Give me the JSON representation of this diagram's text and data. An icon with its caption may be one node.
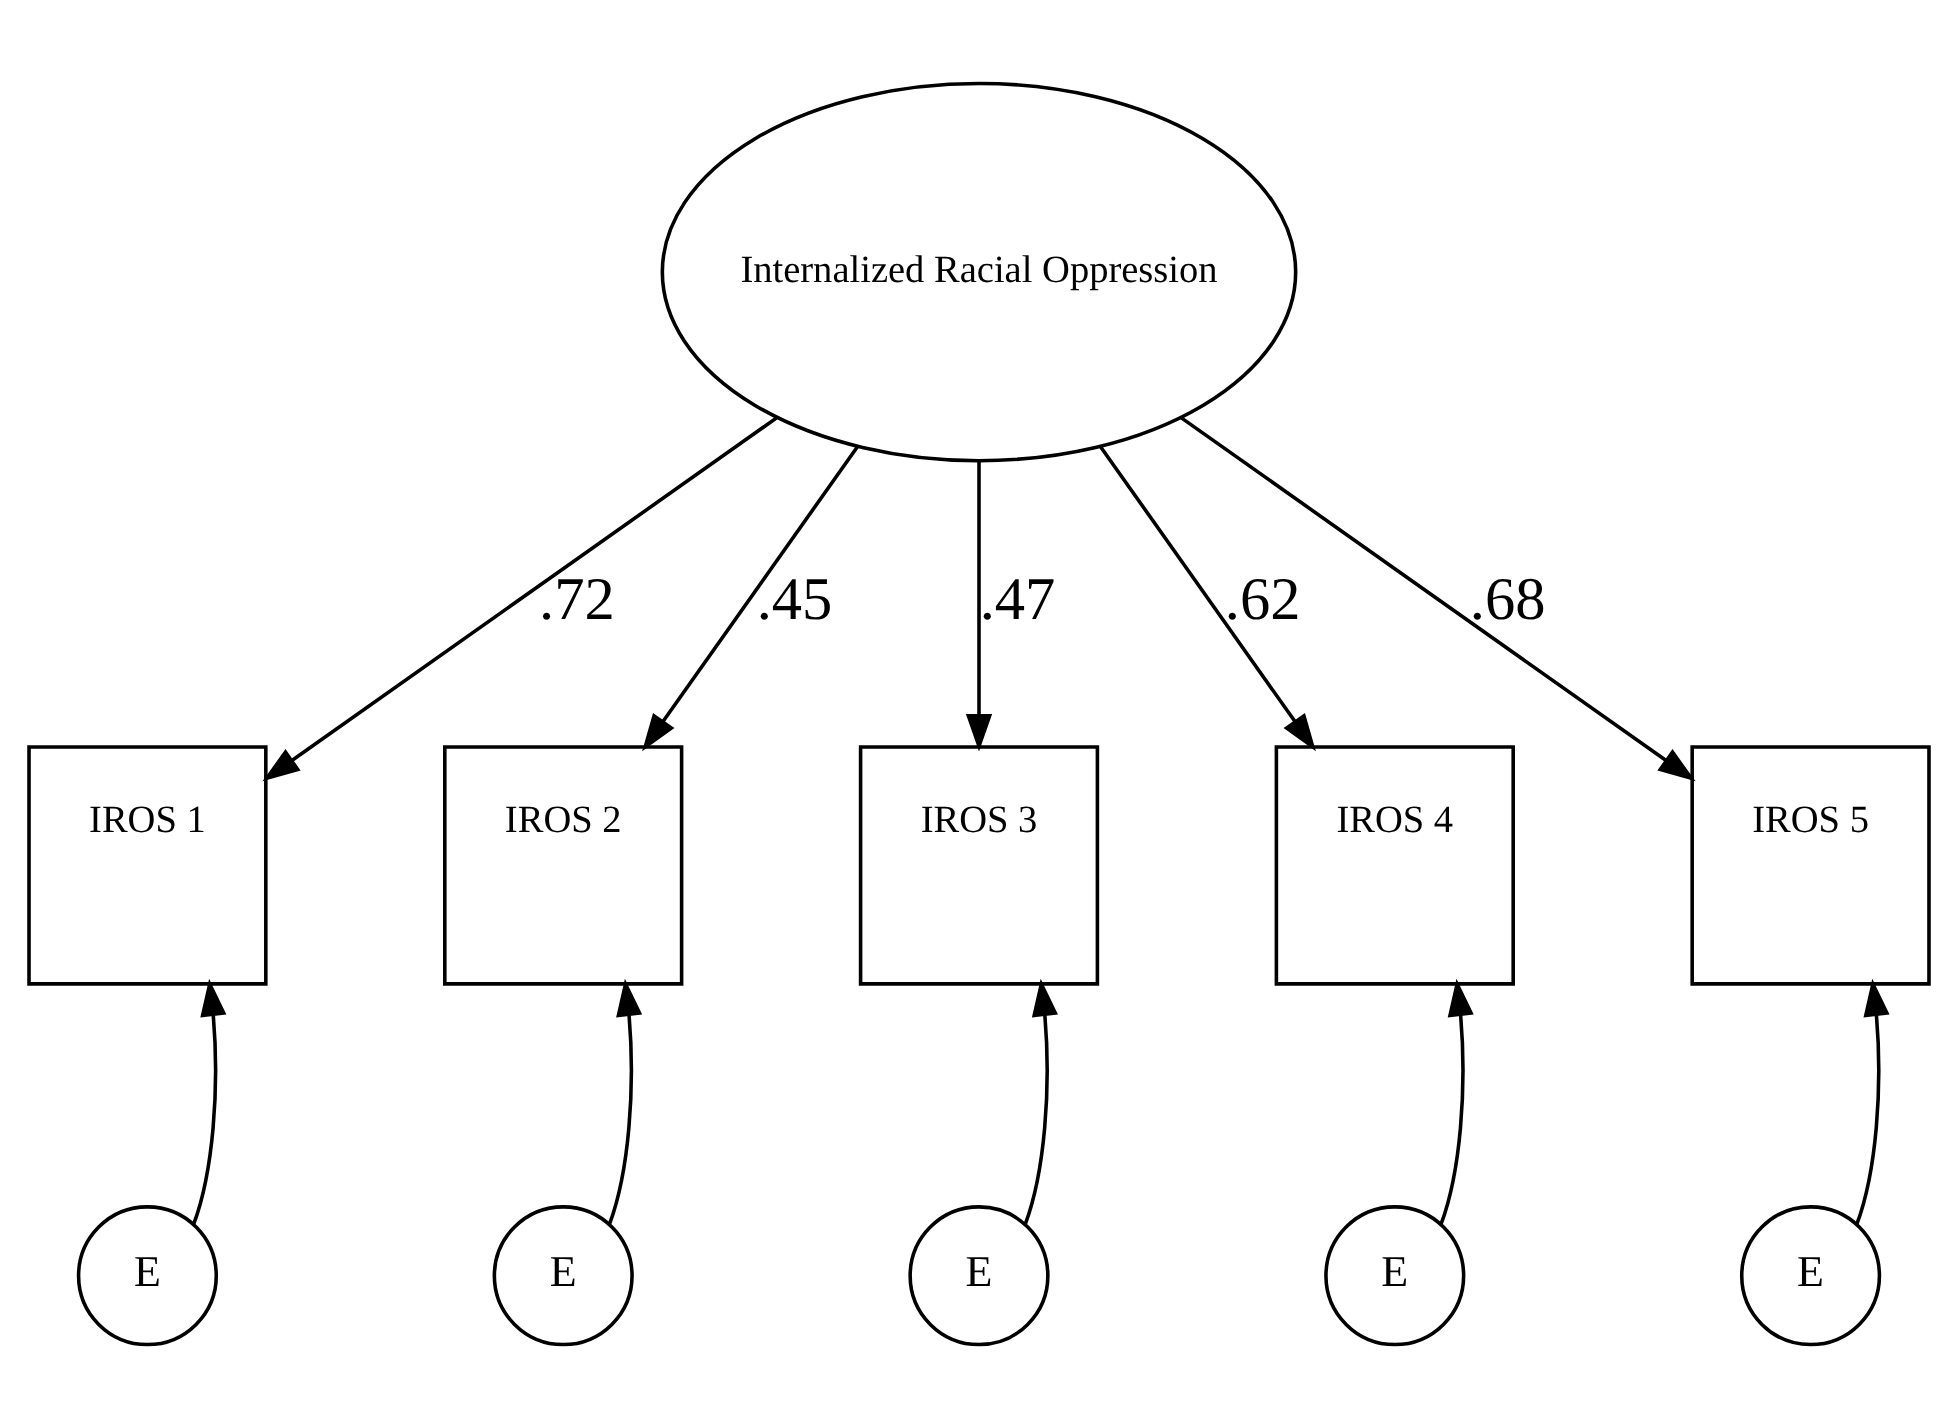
{
  "diagram": {
    "nodes": [
      {
        "text": [
          "Internalized Racial Oppression"
        ]
      },
      {
        "text": [
          "IROS 1"
        ]
      },
      {
        "text": [
          "IROS 2"
        ]
      },
      {
        "text": [
          "IROS 3"
        ]
      },
      {
        "text": [
          "IROS 4"
        ]
      },
      {
        "text": [
          "IROS 5"
        ]
      },
      {
        "text": [
          "E"
        ]
      },
      {
        "text": [
          "E"
        ]
      },
      {
        "text": [
          "E"
        ]
      },
      {
        "text": [
          "E"
        ]
      },
      {
        "text": [
          "E"
        ]
      }
    ],
    "edges": [
      {
        "from": 0,
        "to": 1,
        "arrow": "to",
        "label": ".72"
      },
      {
        "from": 0,
        "to": 2,
        "arrow": "to",
        "label": ".45"
      },
      {
        "from": 0,
        "to": 3,
        "arrow": "to",
        "label": ".47"
      },
      {
        "from": 0,
        "to": 4,
        "arrow": "to",
        "label": ".62"
      },
      {
        "from": 0,
        "to": 5,
        "arrow": "to",
        "label": ".68"
      },
      {
        "from": 6,
        "to": 1,
        "arrow": "to"
      },
      {
        "from": 7,
        "to": 2,
        "arrow": "to"
      },
      {
        "from": 8,
        "to": 3,
        "arrow": "to"
      },
      {
        "from": 9,
        "to": 4,
        "arrow": "to"
      },
      {
        "from": 10,
        "to": 5,
        "arrow": "to"
      }
    ]
  }
}
